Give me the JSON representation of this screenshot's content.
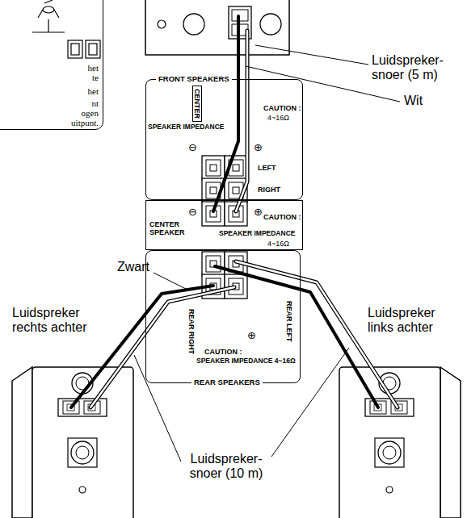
{
  "diagram": {
    "nodes": [
      {
        "text": [
          "FRONT SPEAKERS",
          "CENTER",
          "SPEAKER IMPEDANCE",
          "CAUTION :",
          "4~16Ω",
          "⊖",
          "⊕",
          "LEFT",
          "RIGHT"
        ]
      },
      {
        "text": [
          "CENTER SPEAKER",
          "⊖",
          "⊕",
          "CAUTION :",
          "SPEAKER IMPEDANCE",
          "4~16Ω"
        ]
      },
      {
        "text": [
          "REAR RIGHT",
          "REAR LEFT",
          "⊕",
          "CAUTION :",
          "SPEAKER IMPEDANCE 4~16Ω",
          "REAR SPEAKERS"
        ]
      },
      {
        "text": [
          "het",
          "te",
          "het",
          "nt",
          "ogen",
          "uitpunt."
        ]
      }
    ],
    "labels": [
      "Luidspreker- snoer (5 m)",
      "Wit",
      "Zwart",
      "Luidspreker rechts achter",
      "Luidspreker links achter",
      "Luidspreker- snoer (10 m)"
    ]
  }
}
